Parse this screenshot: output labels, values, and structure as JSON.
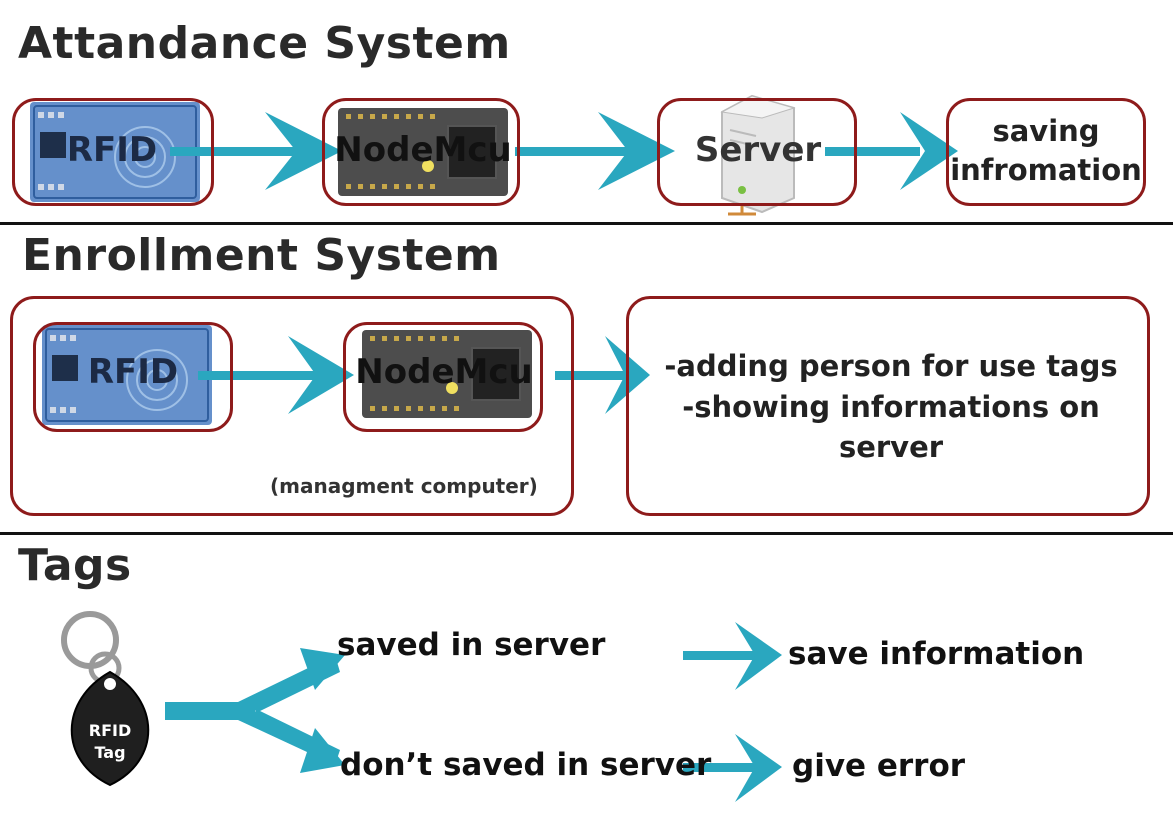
{
  "sections": {
    "attendance": {
      "title": "Attandance System"
    },
    "enrollment": {
      "title": "Enrollment System"
    },
    "tags": {
      "title": "Tags"
    }
  },
  "attendance_flow": {
    "rfid": "RFID",
    "nodemcu": "NodeMcu",
    "server": "Server",
    "saving_line1": "saving",
    "saving_line2": "infromation"
  },
  "enrollment_flow": {
    "rfid": "RFID",
    "nodemcu": "NodeMcu",
    "computer_note": "(managment computer)",
    "actions_line1": "-adding person for use tags",
    "actions_line2": "-showing informations on server"
  },
  "tags_flow": {
    "tag_line1": "RFID",
    "tag_line2": "Tag",
    "saved": "saved in server",
    "not_saved": "don’t saved in server",
    "save_info": "save information",
    "give_error": "give error"
  },
  "colors": {
    "box_border": "#8e1b1b",
    "arrow": "#2aa7bf",
    "rfid_board": "#3b6fb8",
    "nodemcu_board": "#2d2d2d"
  },
  "icons": [
    "rfid-board-icon",
    "nodemcu-board-icon",
    "server-tower-icon",
    "rfid-keyfob-icon"
  ]
}
